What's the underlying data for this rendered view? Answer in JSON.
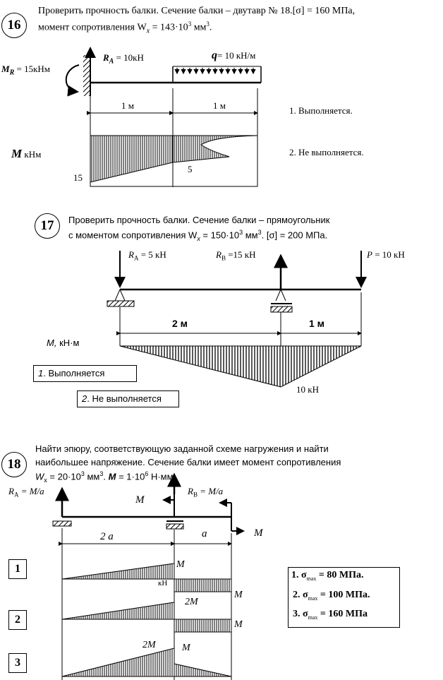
{
  "p16": {
    "number": "16",
    "line1": "Проверить прочность балки. Сечение балки – двутавр № 18.[σ] = 160 МПа,",
    "line2": "момент сопротивления W",
    "line2_sub": "x",
    "line2_rest": " = 143·10",
    "line2_sup": "3",
    "line2_unit": " мм",
    "line2_sup2": "3",
    "line2_end": ".",
    "mr_label": "M",
    "mr_sub": "R",
    "mr_value": " = 15кНм",
    "ra_label": "R",
    "ra_sub": "A",
    "ra_value": " = 10кН",
    "q_label": "q",
    "q_value": "= 10 кН/м",
    "dim1": "1 м",
    "dim2": "1 м",
    "m_label": "M",
    "m_unit": " кНм",
    "val15": "15",
    "val5": "5",
    "opt1": "1. Выполняется.",
    "opt2": "2. Не выполняется."
  },
  "p17": {
    "number": "17",
    "line1": "Проверить прочность балки. Сечение балки – прямоугольник",
    "line2": "с моментом сопротивления W",
    "line2_sub": "x",
    "line2_rest": " = 150·10",
    "line2_sup": "3",
    "line2_unit": " мм",
    "line2_sup2": "3",
    "line2_end": ". [σ] = 200 МПа.",
    "ra": "R",
    "ra_sub": "A",
    "ra_value": " = 5 кН",
    "rb": "R",
    "rb_sub": "B",
    "rb_value": " =15 кН",
    "p": "P",
    "p_value": " = 10 кН",
    "dim1": "2 м",
    "dim2": "1 м",
    "m_label": "M,",
    "m_unit": " кН·м",
    "val10": "10 кН",
    "opt1_num": "1",
    "opt1": ". Выполняется",
    "opt2_num": "2",
    "opt2": ". Не выполняется"
  },
  "p18": {
    "number": "18",
    "line1": "Найти эпюру, соответствующую заданной схеме нагружения и найти",
    "line2": "наибольшее напряжение. Сечение балки имеет момент сопротивления",
    "line3_a": "W",
    "line3_sub": "x",
    "line3_b": " = 20·10",
    "line3_sup": "3",
    "line3_c": " мм",
    "line3_sup2": "3",
    "line3_d": ". ",
    "line3_m": "M",
    "line3_e": " = 1·10",
    "line3_sup3": "6",
    "line3_f": " Н·мм.",
    "ra": "R",
    "ra_sub": "A",
    "ra_value": " = M/a",
    "rb": "R",
    "rb_sub": "B",
    "rb_value": " = M/a",
    "m_top": "M",
    "m_right": "M",
    "dim1": "2 a",
    "dim2": "a",
    "d1": "1",
    "d2": "2",
    "d3": "3",
    "d1_m": "M",
    "d1_kn": "кН",
    "d1_mr": "M",
    "d2_2m": "2M",
    "d2_mr": "M",
    "d3_2m": "2M",
    "d3_m": "M",
    "ans1_n": "1.",
    "ans1_v": "= 80 МПа.",
    "ans2_n": "2.",
    "ans2_v": "= 100 МПа.",
    "ans3_n": "3.",
    "ans3_v": "= 160 МПа",
    "sigma": "σ",
    "sigma_sub": "max"
  }
}
